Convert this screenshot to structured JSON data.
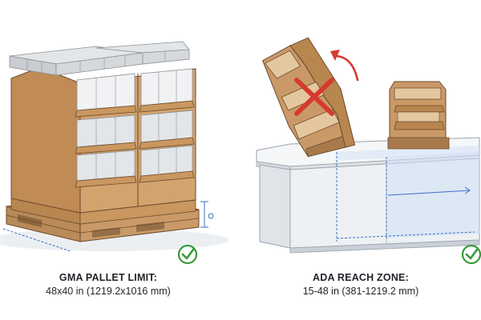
{
  "captions": {
    "left": {
      "title": "GMA PALLET LIMIT:",
      "subtitle": "48x40 in (1219.2x1016 mm)"
    },
    "right": {
      "title": "ADA REACH ZONE:",
      "subtitle": "15-48 in (381-1219.2 mm)"
    }
  },
  "icons": {
    "approved": "check-circle-icon",
    "rejected": "red-x-icon",
    "tip": "curved-arrow-icon"
  },
  "colors": {
    "cardboard": "#c99a68",
    "cardboard_dark": "#a87a4b",
    "product_box": "#d6d9dc",
    "check_green": "#3a9a3a",
    "reject_red": "#d63a2f",
    "dimension_blue": "#3a6fc4",
    "counter_white": "#eef1f4"
  }
}
